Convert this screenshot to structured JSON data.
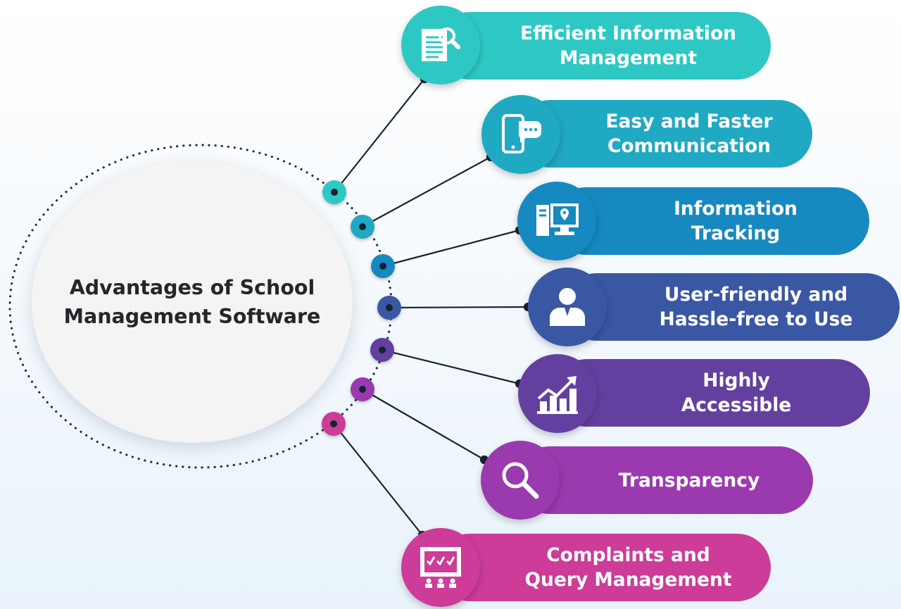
{
  "center": {
    "title": "Advantages of School Management Software"
  },
  "items": [
    {
      "label": "Efficient Information Management",
      "icon": "document-search-icon",
      "color": "#2ec8c4"
    },
    {
      "label": "Easy and Faster Communication",
      "icon": "smartphone-chat-icon",
      "color": "#20a9c2"
    },
    {
      "label": "Information Tracking",
      "icon": "computer-location-icon",
      "color": "#1689c0"
    },
    {
      "label": "User-friendly and Hassle-free to Use",
      "icon": "user-icon",
      "color": "#3a57a4"
    },
    {
      "label": "Highly Accessible",
      "icon": "growth-chart-icon",
      "color": "#63409f"
    },
    {
      "label": "Transparency",
      "icon": "magnifier-icon",
      "color": "#9a3aae"
    },
    {
      "label": "Complaints and Query Management",
      "icon": "checklist-board-icon",
      "color": "#cc3c98"
    }
  ]
}
